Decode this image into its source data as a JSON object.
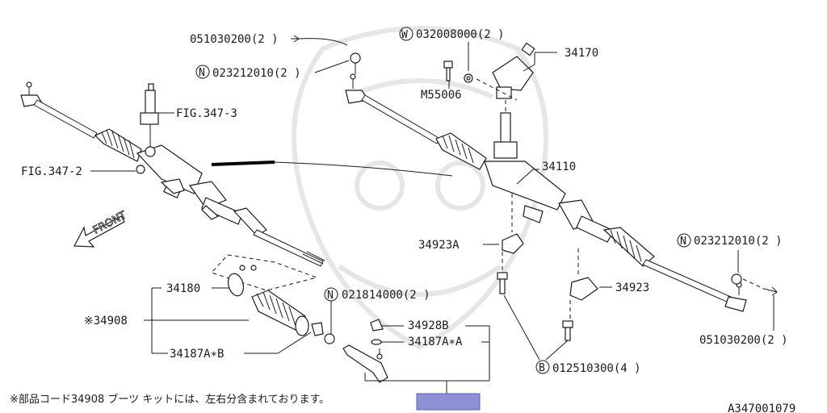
{
  "labels": {
    "p051030200_top": "051030200(2 )",
    "n023212010_top": "023212010(2 )",
    "w032008000": "032008000(2 )",
    "p34170": "34170",
    "m55006": "M55006",
    "fig347_3": "FIG.347-3",
    "fig347_2": "FIG.347-2",
    "p34110": "34110",
    "p34923A": "34923A",
    "p34923": "34923",
    "n023212010_right": "023212010(2 )",
    "p051030200_right": "051030200(2 )",
    "p34180": "34180",
    "p34908": "※34908",
    "n021814000": "021814000(2 )",
    "p34187AB": "34187A∗B",
    "p34928B": "34928B",
    "p34187AA": "34187A∗A",
    "b012510300": "012510300(4 )",
    "front": "FRONT"
  },
  "circle_letters": {
    "n_top": "N",
    "w_top": "W",
    "n_right": "N",
    "n_mid": "N",
    "b_bottom": "B"
  },
  "footnote": "※部品コード34908 ブーツ キットには、左右分含まれております。",
  "diagram_code": "A347001079",
  "colors": {
    "line": "#1a1a1a",
    "highlight_box": "#8e90d6",
    "watermark": "#e6e6e6"
  }
}
